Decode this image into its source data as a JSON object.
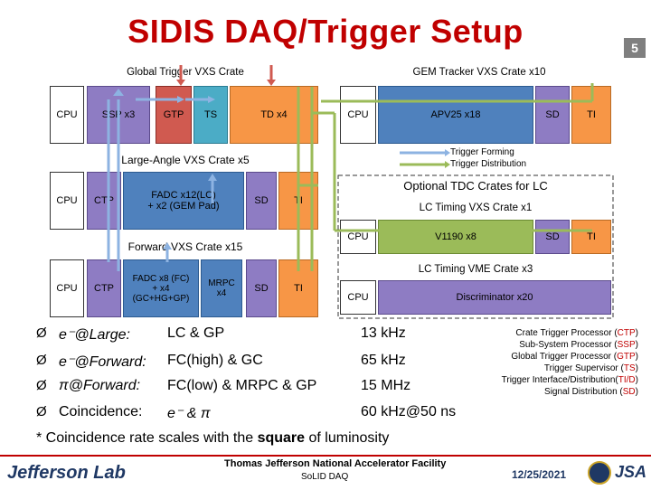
{
  "title": "SIDIS DAQ/Trigger Setup",
  "slide_number": "5",
  "global_crate": {
    "label": "Global Trigger VXS Crate",
    "cpu": "CPU",
    "ssp": "SSP x3",
    "gtp": "GTP",
    "ts": "TS",
    "td": "TD x4"
  },
  "gem_crate": {
    "label": "GEM Tracker VXS Crate x10",
    "cpu": "CPU",
    "apv": "APV25 x18",
    "sd": "SD",
    "ti": "TI"
  },
  "legend": {
    "forming": "Trigger Forming",
    "distribution": "Trigger Distribution",
    "forming_color": "#8db3e2",
    "distribution_color": "#9bbb59"
  },
  "large_angle": {
    "label": "Large-Angle VXS Crate x5",
    "cpu": "CPU",
    "ctp": "CTP",
    "fadc": "FADC x12(LC)\n+ x2 (GEM Pad)",
    "sd": "SD",
    "ti": "TI"
  },
  "tdc_title": "Optional TDC Crates for LC",
  "lc_timing_vxs": {
    "label": "LC Timing VXS Crate x1",
    "cpu": "CPU",
    "v1190": "V1190 x8",
    "sd": "SD",
    "ti": "TI"
  },
  "forward": {
    "label": "Forward VXS Crate x15",
    "cpu": "CPU",
    "ctp": "CTP",
    "fadc": "FADC x8 (FC)\n+ x4\n(GC+HG+GP)",
    "mrpc": "MRPC\nx4",
    "sd": "SD",
    "ti": "TI"
  },
  "lc_timing_vme": {
    "label": "LC Timing VME Crate x3",
    "cpu": "CPU",
    "disc": "Discriminator x20"
  },
  "bullets": [
    {
      "marker": "Ø",
      "name": "e⁻@Large:",
      "desc": "LC & GP",
      "rate": "13 kHz"
    },
    {
      "marker": "Ø",
      "name": "e⁻@Forward:",
      "desc": "FC(high) & GC",
      "rate": "65 kHz"
    },
    {
      "marker": "Ø",
      "name": "π@Forward:",
      "desc": "FC(low) & MRPC & GP",
      "rate": "15 MHz"
    },
    {
      "marker": "Ø",
      "name": "Coincidence:",
      "desc": "e⁻ & π",
      "rate": "60 kHz@50 ns"
    }
  ],
  "note_prefix": "* Coincidence rate scales with the ",
  "note_bold": "square",
  "note_suffix": " of luminosity",
  "roles": [
    {
      "text": "Crate Trigger Processor (",
      "abbr": "CTP",
      "end": ")"
    },
    {
      "text": "Sub-System Processor (",
      "abbr": "SSP",
      "end": ")"
    },
    {
      "text": "Global Trigger Processor (",
      "abbr": "GTP",
      "end": ")"
    },
    {
      "text": "Trigger Supervisor (",
      "abbr": "TS",
      "end": ")"
    },
    {
      "text": "Trigger Interface/Distribution(",
      "abbr": "TI/D",
      "end": ")"
    },
    {
      "text": "Signal Distribution (",
      "abbr": "SD",
      "end": ")"
    }
  ],
  "footer": {
    "lab": "Jefferson Lab",
    "facility": "Thomas Jefferson National Accelerator Facility",
    "project": "SoLID DAQ",
    "date": "12/25/2021",
    "jsa": "JSA"
  }
}
